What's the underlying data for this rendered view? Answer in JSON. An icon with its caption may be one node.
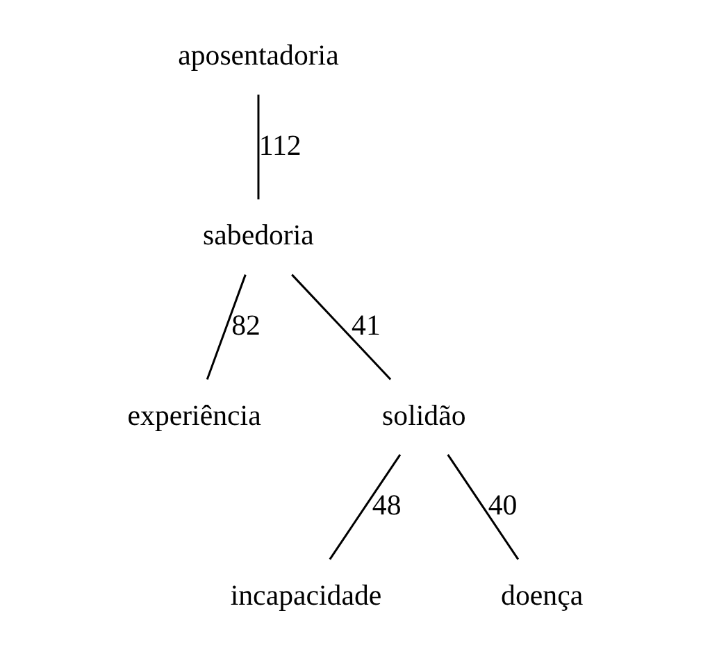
{
  "diagram": {
    "nodes": [
      {
        "text": [
          "aposentadoria"
        ]
      },
      {
        "text": [
          "sabedoria"
        ]
      },
      {
        "text": [
          "experiência"
        ]
      },
      {
        "text": [
          "solidão"
        ]
      },
      {
        "text": [
          "incapacidade"
        ]
      },
      {
        "text": [
          "doença"
        ]
      }
    ],
    "edges": [
      {
        "from": 0,
        "to": 1,
        "arrow": "none",
        "label": "112"
      },
      {
        "from": 1,
        "to": 2,
        "arrow": "none",
        "label": "82"
      },
      {
        "from": 1,
        "to": 3,
        "arrow": "none",
        "label": "41"
      },
      {
        "from": 3,
        "to": 4,
        "arrow": "none",
        "label": "48"
      },
      {
        "from": 3,
        "to": 5,
        "arrow": "none",
        "label": "40"
      }
    ]
  }
}
